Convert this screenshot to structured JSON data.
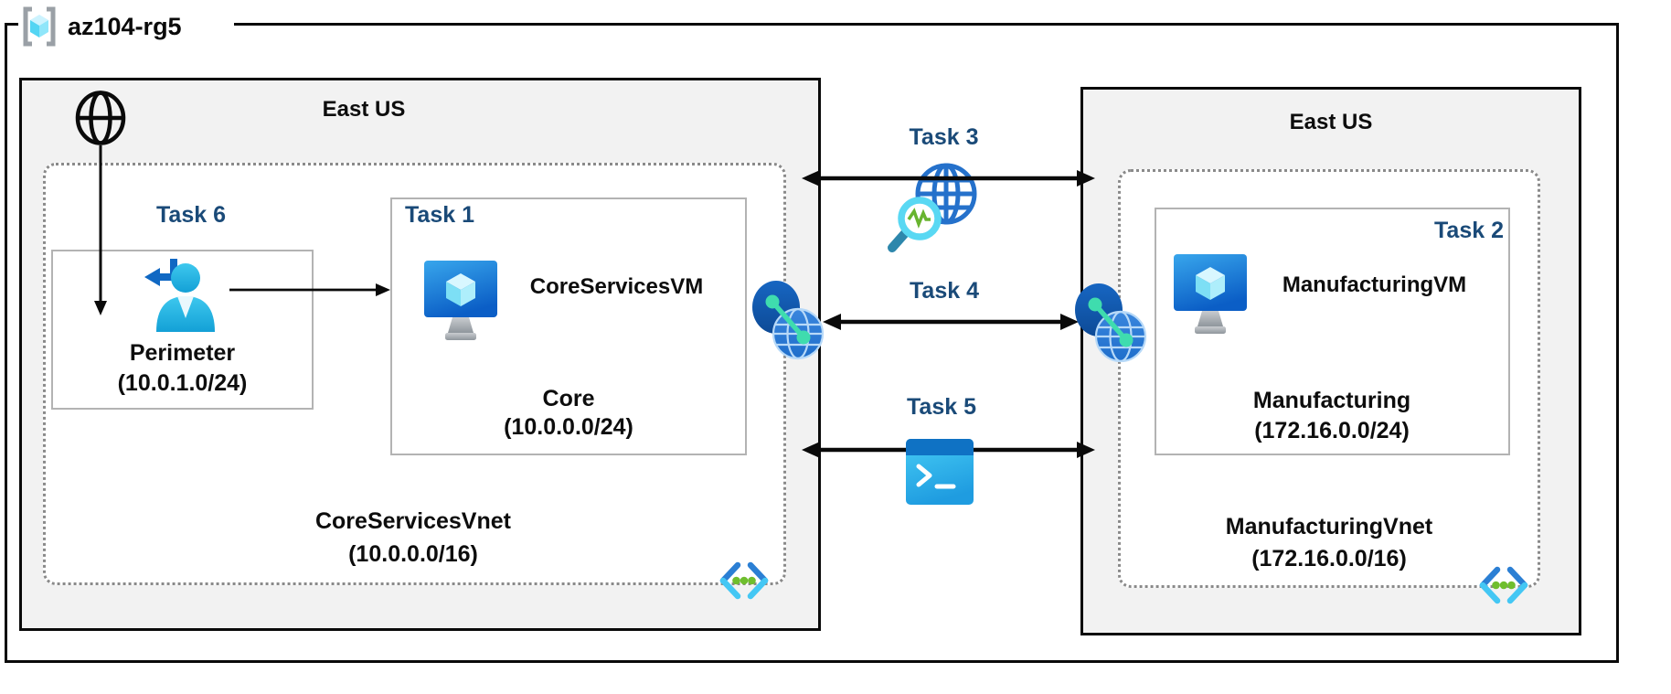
{
  "colors": {
    "task_label": "#1a4a78",
    "region_background": "#f2f2f2",
    "box_border": "#0a0a0a",
    "subnet_border": "#b3b3b3",
    "vnet_dashed_border": "#8a8a8a",
    "accent_blue": "#2b7fd4",
    "accent_cyan": "#45c8f2",
    "accent_green": "#6fbe2e"
  },
  "resource_group": {
    "label": "az104-rg5",
    "icon": "resource-group-icon"
  },
  "left_region": {
    "title": "East US",
    "internet_icon": "internet-globe-icon",
    "vnet": {
      "name": "CoreServicesVnet",
      "cidr": "(10.0.0.0/16)",
      "icon": "virtual-network-icon"
    },
    "perimeter_subnet": {
      "task_label": "Task 6",
      "name": "Perimeter",
      "cidr": "(10.0.1.0/24)",
      "icon": "sign-in-user-icon"
    },
    "core_subnet": {
      "task_label": "Task 1",
      "vm_name": "CoreServicesVM",
      "name": "Core",
      "cidr": "(10.0.0.0/24)",
      "icon": "virtual-machine-icon"
    }
  },
  "right_region": {
    "title": "East US",
    "vnet": {
      "name": "ManufacturingVnet",
      "cidr": "(172.16.0.0/16)",
      "icon": "virtual-network-icon"
    },
    "subnet": {
      "task_label": "Task 2",
      "vm_name": "ManufacturingVM",
      "name": "Manufacturing",
      "cidr": "(172.16.0.0/24)",
      "icon": "virtual-machine-icon"
    }
  },
  "connections": {
    "task3": {
      "label": "Task 3",
      "icon": "network-watcher-icon"
    },
    "task4": {
      "label": "Task 4",
      "icon": "vnet-peering-icon"
    },
    "task5": {
      "label": "Task 5",
      "icon": "cloud-shell-icon"
    }
  }
}
